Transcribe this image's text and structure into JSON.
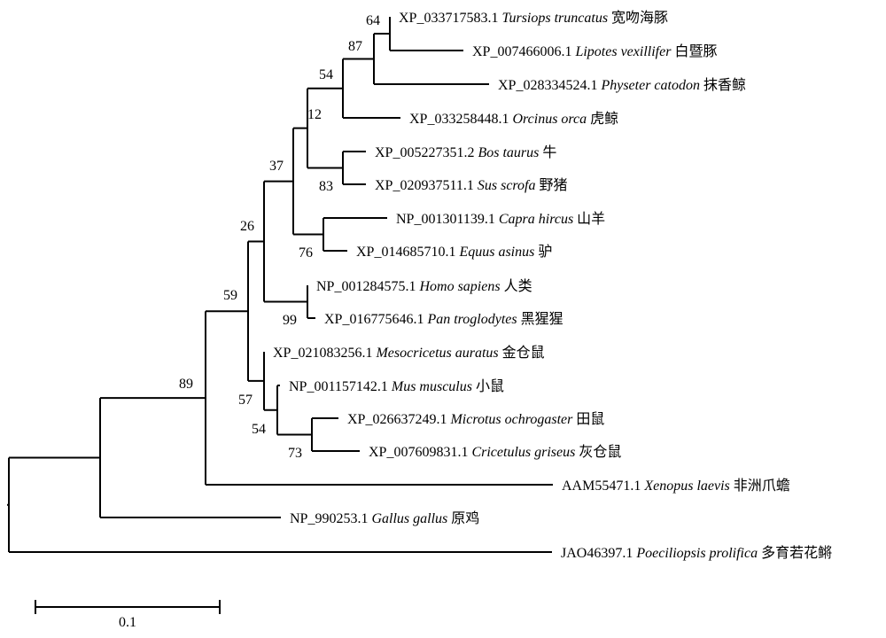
{
  "tree": {
    "scale_bar": {
      "label": "0.1"
    },
    "leaves": [
      {
        "id": "t01",
        "acc": "XP_033717583.1",
        "sp": "Tursiops truncatus",
        "cn": "宽吻海豚"
      },
      {
        "id": "t02",
        "acc": "XP_007466006.1",
        "sp": "Lipotes vexillifer",
        "cn": "白暨豚"
      },
      {
        "id": "t03",
        "acc": "XP_028334524.1",
        "sp": "Physeter catodon",
        "cn": "抹香鲸"
      },
      {
        "id": "t04",
        "acc": "XP_033258448.1",
        "sp": "Orcinus orca",
        "cn": "虎鲸"
      },
      {
        "id": "t05",
        "acc": "XP_005227351.2",
        "sp": "Bos taurus",
        "cn": "牛"
      },
      {
        "id": "t06",
        "acc": "XP_020937511.1",
        "sp": "Sus scrofa",
        "cn": "野猪"
      },
      {
        "id": "t07",
        "acc": "NP_001301139.1",
        "sp": "Capra hircus",
        "cn": "山羊"
      },
      {
        "id": "t08",
        "acc": "XP_014685710.1",
        "sp": "Equus asinus",
        "cn": "驴"
      },
      {
        "id": "t09",
        "acc": "NP_001284575.1",
        "sp": "Homo sapiens",
        "cn": "人类"
      },
      {
        "id": "t10",
        "acc": "XP_016775646.1",
        "sp": "Pan troglodytes",
        "cn": "黑猩猩"
      },
      {
        "id": "t11",
        "acc": "XP_021083256.1",
        "sp": "Mesocricetus auratus",
        "cn": "金仓鼠"
      },
      {
        "id": "t12",
        "acc": "NP_001157142.1",
        "sp": "Mus musculus",
        "cn": "小鼠"
      },
      {
        "id": "t13",
        "acc": "XP_026637249.1",
        "sp": "Microtus ochrogaster",
        "cn": "田鼠"
      },
      {
        "id": "t14",
        "acc": "XP_007609831.1",
        "sp": "Cricetulus griseus",
        "cn": "灰仓鼠"
      },
      {
        "id": "t15",
        "acc": "AAM55471.1",
        "sp": "Xenopus laevis",
        "cn": "非洲爪蟾"
      },
      {
        "id": "t16",
        "acc": "NP_990253.1",
        "sp": "Gallus gallus",
        "cn": "原鸡"
      },
      {
        "id": "t17",
        "acc": "JAO46397.1",
        "sp": "Poeciliopsis prolifica",
        "cn": "多育若花鳉"
      }
    ],
    "bootstrap": {
      "n64": "64",
      "n87": "87",
      "n54a": "54",
      "n12": "12",
      "n83": "83",
      "n37": "37",
      "n76": "76",
      "n26": "26",
      "n99": "99",
      "n59": "59",
      "n73": "73",
      "n54b": "54",
      "n57": "57",
      "n89": "89"
    }
  }
}
